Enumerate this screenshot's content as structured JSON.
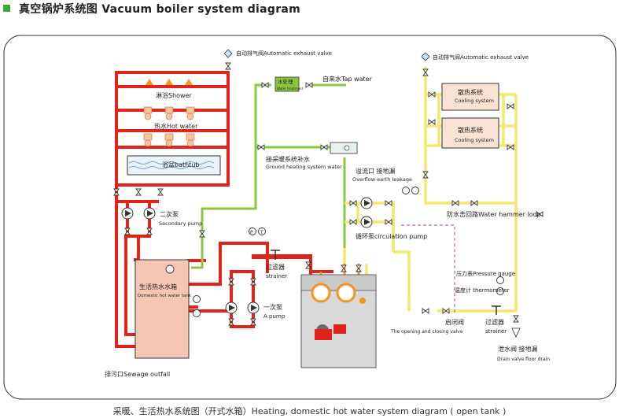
{
  "header": {
    "title": "真空锅炉系统图  Vacuum boiler system diagram"
  },
  "labels": {
    "exhaust_valve_left": "自动排气阀Automatic exhaust valve",
    "exhaust_valve_right": "自动排气阀Automatic exhaust valve",
    "shower": "淋浴Shower",
    "hot_water": "热水Hot water",
    "bathtub": "浴盆bathtub",
    "secondary_pump_cn": "二次泵",
    "secondary_pump_en": "Secondary pump",
    "water_treatment_cn": "水处理",
    "water_treatment_en": "Water treatment",
    "tap_water": "自来水Tap water",
    "ground_heating_cn": "接采暖系统补水",
    "ground_heating_en": "Ground heating system water",
    "overflow_cn": "溢流口 接地漏",
    "overflow_en": "Overflow earth leakage",
    "cooling_system_cn_1": "散热系统",
    "cooling_system_en_1": "Cooling system",
    "cooling_system_cn_2": "散热系统",
    "cooling_system_en_2": "Cooling system",
    "water_hammer": "防水击回路Water hammer loop",
    "circulation_pump": "循环泵circulation pump",
    "tank_cn": "生活热水水箱",
    "tank_en": "Domestic hot water tank",
    "filter_strainer_cn": "过滤器",
    "filter_strainer_en": "strainer",
    "a_pump_cn": "一次泵",
    "a_pump_en": "A pump",
    "pressure_gauge": "压力表Pressure gauge",
    "thermometer": "温度计 thermometer",
    "open_close_valve_cn": "启闭阀",
    "open_close_valve_en": "The opening and closing valve",
    "strainer_right_cn": "过滤器",
    "strainer_right_en": "strainer",
    "drain_cn": "泄水阀 接地漏",
    "drain_en": "Drain valve floor drain",
    "sewage": "排污口Sewage outfall",
    "gauge_p": "P",
    "gauge_t": "T"
  },
  "caption": "采暖、生活热水系统图（开式水箱）Heating, domestic hot water system diagram ( open tank )",
  "colors": {
    "red_pipe": "#e2231a",
    "green_pipe": "#8cc63f",
    "yellow_pipe": "#f2e86a",
    "orange_pipe": "#f7941d",
    "tank_fill": "#f7c6b3",
    "cooling_fill": "#fbe3d3",
    "boiler_fill": "#d9d9d9",
    "header_square": "#3aa935"
  }
}
